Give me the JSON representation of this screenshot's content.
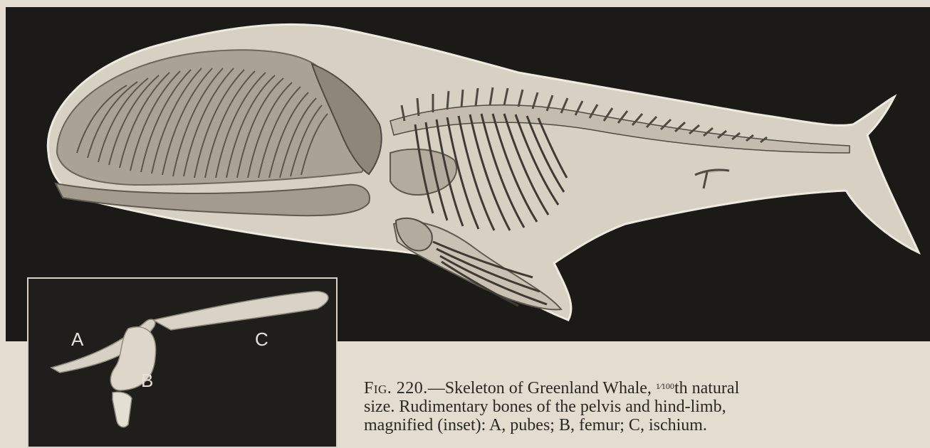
{
  "figure": {
    "fig_label": "Fig. 220.",
    "title_before_fraction": "—Skeleton of Greenland Whale, ",
    "fraction": "1⁄100",
    "title_after_fraction": "th natural",
    "line2": "size.  Rudimentary bones of the pelvis and  hind-limb,",
    "line3": "magnified (inset): A, pubes; B, femur; C, ischium."
  },
  "inset": {
    "label_a": "A",
    "label_b": "B",
    "label_c": "C"
  },
  "colors": {
    "background_dark": "#1b1a17",
    "paper": "#e2ddd0",
    "body_silhouette": "#d7d1c3",
    "bone_grey": "#8e8679"
  }
}
